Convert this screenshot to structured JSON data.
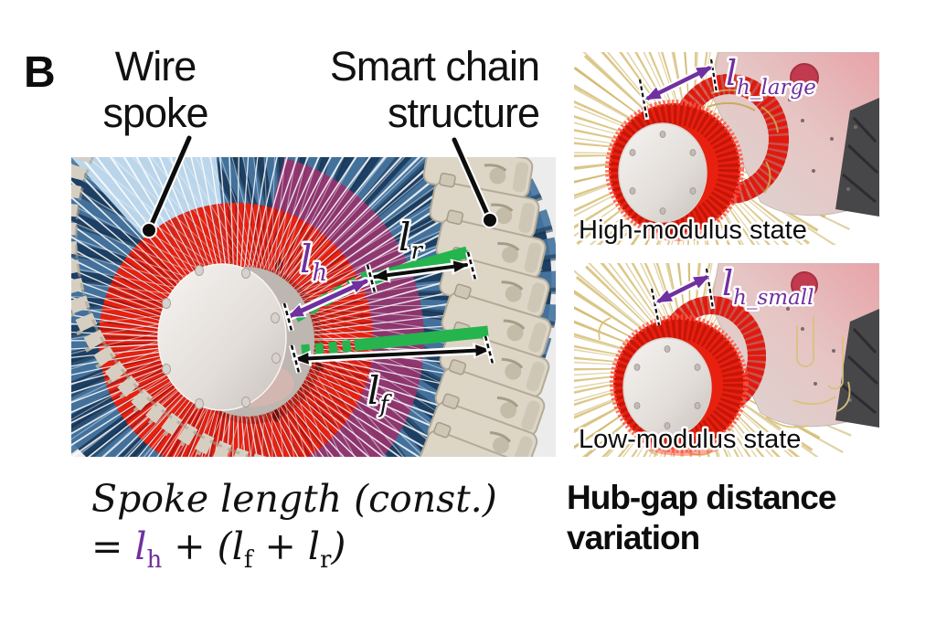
{
  "panel_label": "B",
  "callouts": {
    "wire_spoke_line1": "Wire",
    "wire_spoke_line2": "spoke",
    "smart_chain_line1": "Smart chain",
    "smart_chain_line2": "structure"
  },
  "main_figure": {
    "lh": {
      "base": "l",
      "sub": "h"
    },
    "lr": {
      "base": "l",
      "sub": "r"
    },
    "lf": {
      "base": "l",
      "sub": "f"
    }
  },
  "state_panels": {
    "high": {
      "label": "High-modulus state",
      "gap": {
        "base": "l",
        "sub": "h_large"
      }
    },
    "low": {
      "label": "Low-modulus state",
      "gap": {
        "base": "l",
        "sub": "h_small"
      }
    }
  },
  "caption": {
    "formula_line1": "Spoke length (const.)",
    "formula": {
      "eq": "= ",
      "lh_base": "l",
      "lh_sub": "h",
      "mid": " + (",
      "lf_base": "l",
      "lf_sub": "f",
      "plus": " + ",
      "lr_base": "l",
      "lr_sub": "r",
      "close": ")"
    },
    "hub_gap_line1": "Hub-gap distance",
    "hub_gap_line2": "variation"
  },
  "colors": {
    "accent_purple": "#7030a0",
    "strap_green": "#25b44e",
    "fin_red": "#e8200f",
    "magenta_ring": "#97336e",
    "wheel_navy": "#1d3f63",
    "blade_blue": "#46759f",
    "highlight_blue": "#c3dcf0",
    "chain_beige": "#d9d2c3",
    "wire_gold": "#d9c27c"
  }
}
